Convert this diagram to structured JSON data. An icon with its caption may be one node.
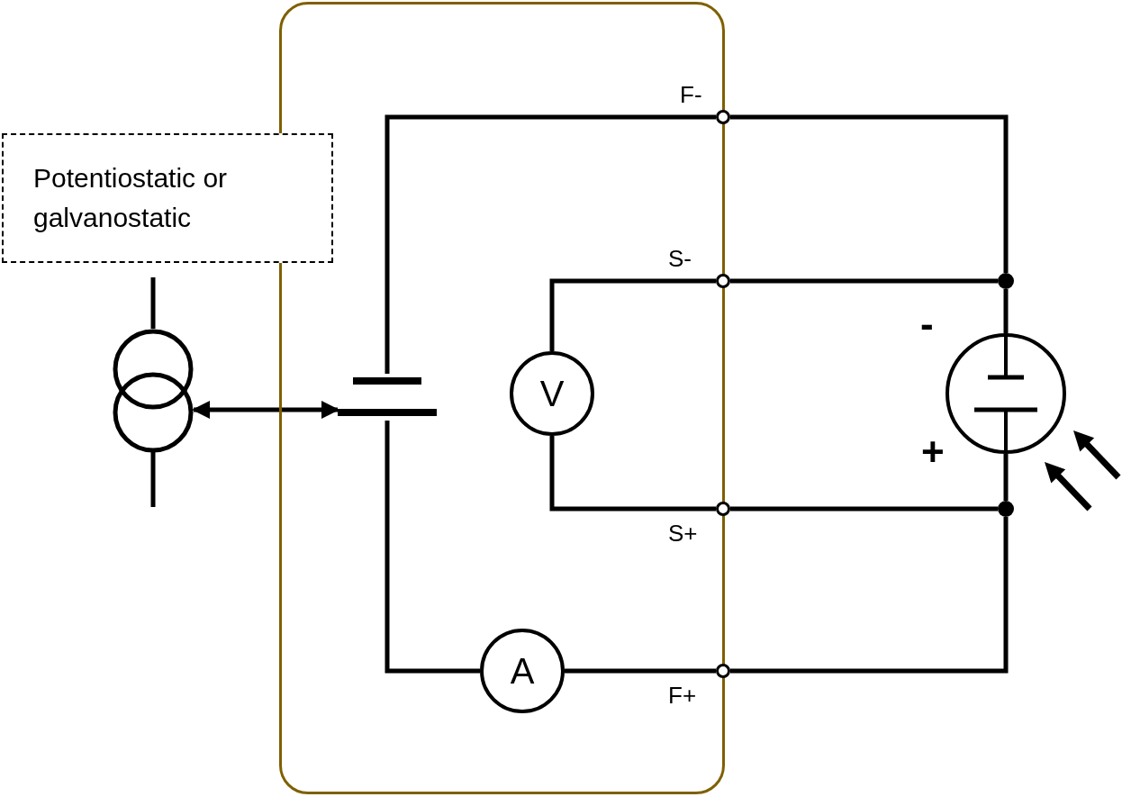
{
  "diagram": {
    "nodes": [
      {
        "text": [],
        "shape": "box"
      },
      {
        "text": [
          "Potentiostatic or galvanostatic"
        ]
      },
      {
        "text": [],
        "shape": "picture"
      },
      {
        "text": [],
        "shape": "picture",
        "in": 0
      },
      {
        "text": [
          "V"
        ],
        "in": 0
      },
      {
        "text": [
          "A"
        ],
        "in": 0
      },
      {
        "text": [],
        "shape": "circle",
        "beside": [
          "F-"
        ]
      },
      {
        "text": [],
        "shape": "circle",
        "beside": [
          "S-"
        ]
      },
      {
        "text": [],
        "shape": "circle",
        "beside": [
          "S+"
        ]
      },
      {
        "text": [],
        "shape": "circle",
        "beside": [
          "F+"
        ]
      },
      {
        "text": [],
        "shape": "circle",
        "beside": [
          "-",
          "+"
        ]
      },
      {
        "text": [],
        "shape": "circle"
      },
      {
        "text": [],
        "shape": "circle"
      }
    ],
    "edges": [
      {
        "from": 2,
        "to": 3,
        "arrow": "both"
      },
      {
        "from": 3,
        "to": 6,
        "arrow": "none"
      },
      {
        "from": 6,
        "to": 11,
        "arrow": "none"
      },
      {
        "from": 4,
        "to": 7,
        "arrow": "none"
      },
      {
        "from": 7,
        "to": 11,
        "arrow": "none"
      },
      {
        "from": 11,
        "to": 10,
        "arrow": "none"
      },
      {
        "from": 10,
        "to": 12,
        "arrow": "none"
      },
      {
        "from": 4,
        "to": 8,
        "arrow": "none"
      },
      {
        "from": 8,
        "to": 12,
        "arrow": "none"
      },
      {
        "from": 3,
        "to": 5,
        "arrow": "none"
      },
      {
        "from": 5,
        "to": 9,
        "arrow": "none"
      },
      {
        "from": 9,
        "to": 12,
        "arrow": "none"
      }
    ]
  }
}
